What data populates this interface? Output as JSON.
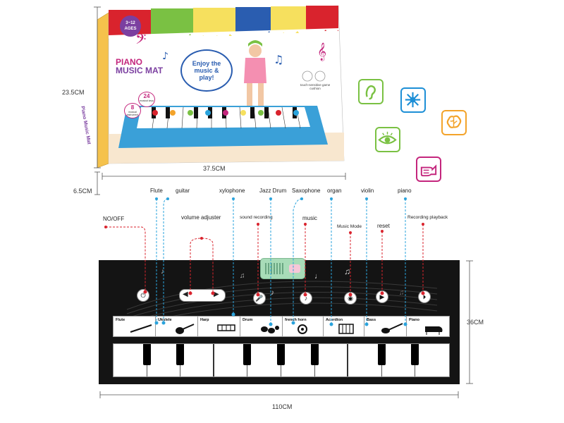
{
  "dimensions": {
    "height_box": "23.5CM",
    "depth_box": "6.5CM",
    "width_box": "37.5CM",
    "mat_height": "36CM",
    "mat_width": "110CM"
  },
  "box": {
    "age_badge": "3~12 AGES",
    "title_line1": "PIANO",
    "title_line2": "MUSIC MAT",
    "slogan": "Enjoy the music & play!",
    "keys_count": "24",
    "keys_label": "musical keys",
    "instr_count": "8",
    "instr_label": "musical instrument",
    "touch_label": "touch-sensitive game cushion",
    "side_text": "Piano Music Mat"
  },
  "callouts": {
    "flute": "Flute",
    "guitar": "guitar",
    "xylophone": "xylophone",
    "jazz_drum": "Jazz Drum",
    "saxophone": "Saxophone",
    "organ": "organ",
    "violin": "violin",
    "piano": "piano",
    "no_off": "NO/OFF",
    "volume": "volume adjuster",
    "sound_recording": "sound recording",
    "music": "music",
    "music_mode": "Music Mode",
    "reset": "reset",
    "recording_playback": "Recording playback"
  },
  "strip_cells": [
    "Flute",
    "Ukulele",
    "Harp",
    "Drum",
    "french horn",
    "Acordion",
    "Bass",
    "Piano"
  ],
  "icons": [
    "ear-icon",
    "touch-sparkle-icon",
    "brain-icon",
    "eye-icon",
    "hand-icon"
  ],
  "colors": {
    "green": "#7ac143",
    "blue": "#1d8fd6",
    "orange": "#f3a32a",
    "magenta": "#c4267d",
    "red_dash": "#d9232d",
    "blue_dash": "#2aa3dc"
  }
}
